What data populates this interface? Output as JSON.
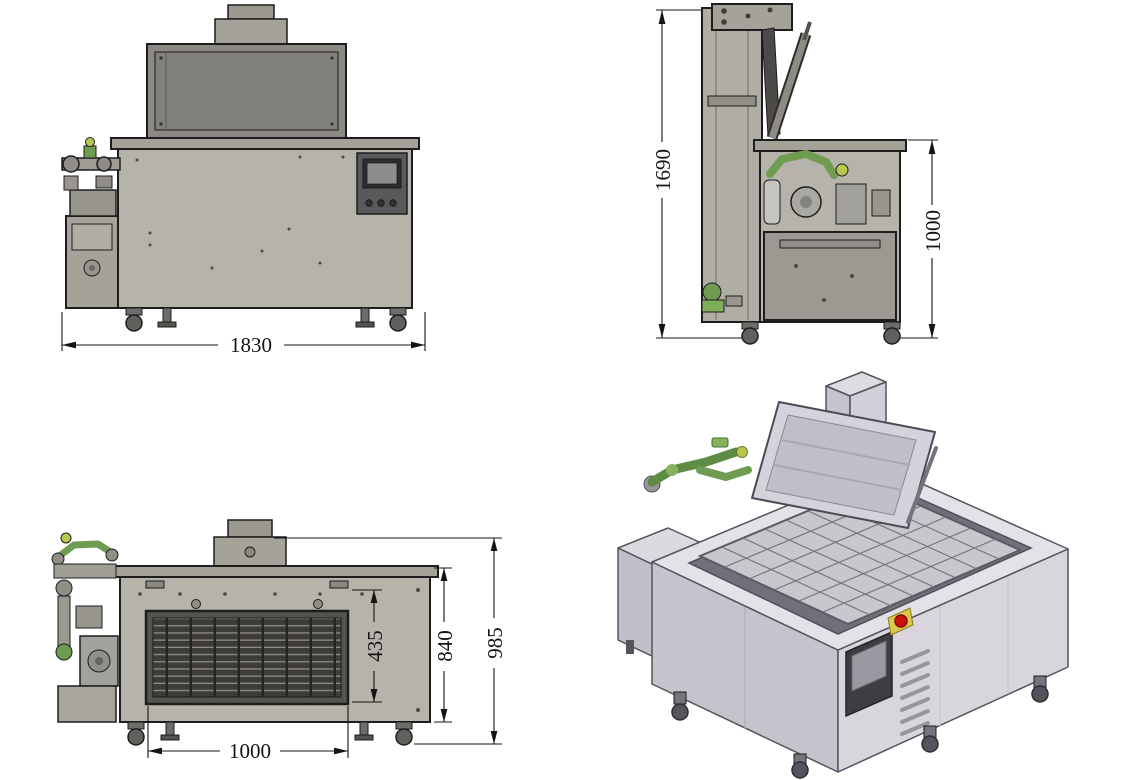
{
  "views": {
    "front": {
      "dim_width": "1830"
    },
    "side": {
      "dim_overall_height": "1690",
      "dim_body_height": "1000"
    },
    "rear": {
      "dim_opening_height": "435",
      "dim_body_height": "840",
      "dim_overall_height": "985",
      "dim_opening_width": "1000"
    }
  },
  "colors": {
    "outline": "#1d1d1d",
    "machine_gray": "#b6b3ab",
    "hood_gray": "#8b8981",
    "iso_body_gray": "#d8d5dc",
    "pipe_green": "#6f9c50",
    "valve_yellow_green": "#b8c84e",
    "emergency_red": "#cc1111"
  }
}
